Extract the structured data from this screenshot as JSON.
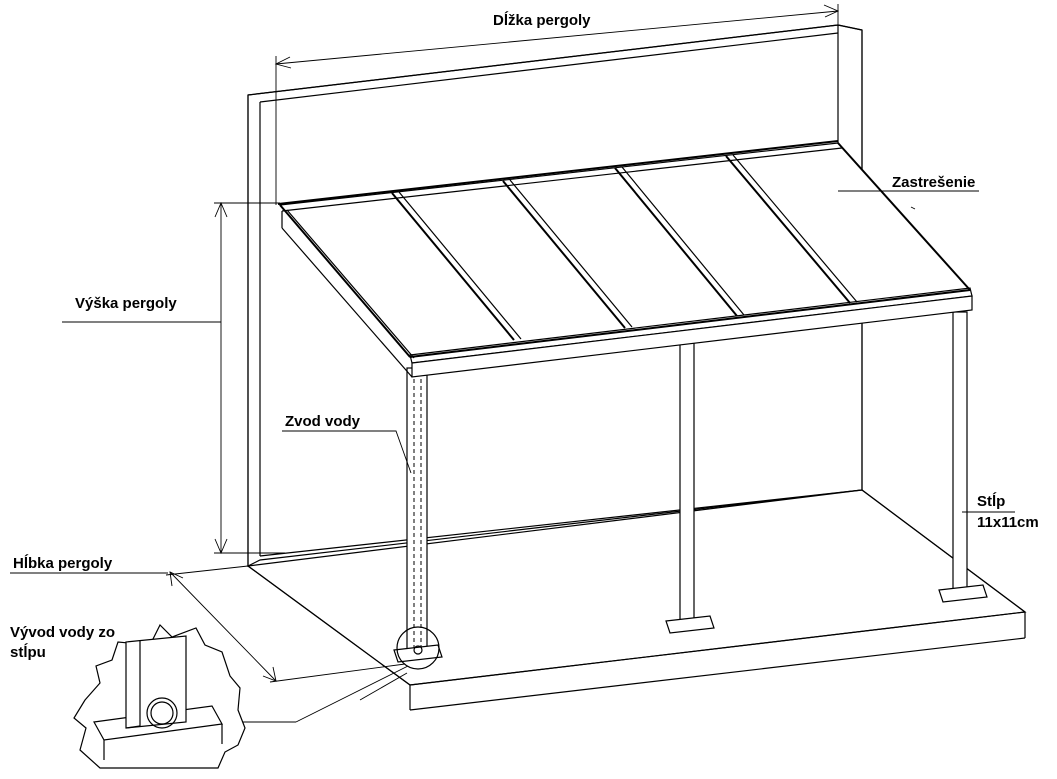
{
  "labels": {
    "length": "Dĺžka pergoly",
    "roofing": "Zastrešenie",
    "height": "Výška pergoly",
    "downpipe": "Zvod vody",
    "post_line1": "Stĺp",
    "post_line2": "11x11cm",
    "depth": "Hĺbka pergoly",
    "outlet_line1": "Vývod vody zo",
    "outlet_line2": "stĺpu"
  }
}
